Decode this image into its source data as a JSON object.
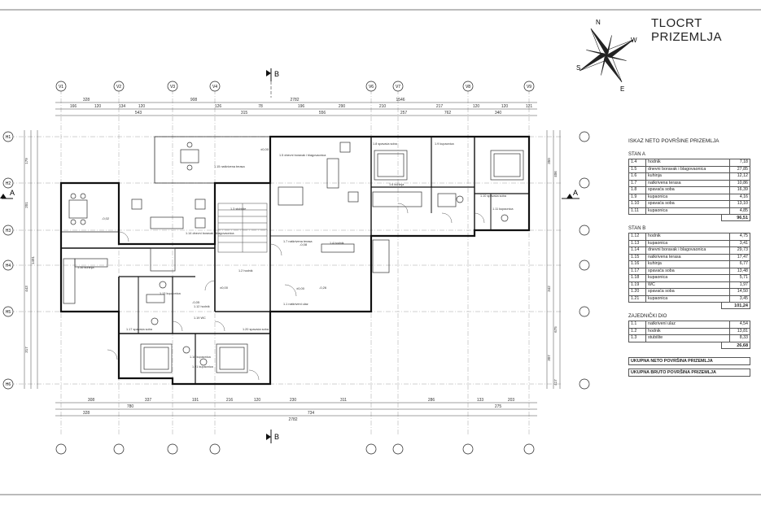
{
  "title": "TLOCRT PRIZEMLJA",
  "compass": {
    "labels": [
      "N",
      "S",
      "E",
      "W"
    ]
  },
  "axes_top": [
    "V1",
    "V2",
    "V3",
    "V4",
    "V6",
    "V7",
    "V8",
    "V9"
  ],
  "axes_left": [
    "H1",
    "H2",
    "H3",
    "H4",
    "H5",
    "H6"
  ],
  "section_marks": {
    "b_top": "B",
    "b_bottom": "B",
    "a_left": "A",
    "a_right": "A"
  },
  "dimensions": {
    "top_row1": [
      "328",
      "908",
      "2782",
      "1546"
    ],
    "top_row2": [
      "166",
      "120",
      "134",
      "120",
      "126",
      "78",
      "196",
      "290",
      "210",
      "217",
      "120",
      "120",
      "121"
    ],
    "top_row3": [
      "543",
      "315",
      "556",
      "257",
      "762",
      "340"
    ],
    "bottom_row1": [
      "308",
      "337",
      "191",
      "216",
      "120",
      "230",
      "311",
      "286",
      "133",
      "203"
    ],
    "bottom_row2": [
      "780",
      "328",
      "734",
      "275"
    ],
    "bottom_row3": [
      "2782"
    ],
    "left": [
      "179",
      "201",
      "443",
      "1491",
      "317"
    ],
    "right": [
      "350",
      "406",
      "342",
      "675",
      "307",
      "417"
    ]
  },
  "legend": {
    "heading": "ISKAZ NETO POVRŠINE PRIZEMLJA",
    "sections": [
      {
        "name": "STAN A",
        "rows": [
          [
            "1.4",
            "hodnik",
            "7,18"
          ],
          [
            "1.5",
            "dnevni boravak i blagovaonica",
            "27,85"
          ],
          [
            "1.6",
            "kuhinja",
            "12,12"
          ],
          [
            "1.7",
            "natkrivena terasa",
            "10,86"
          ],
          [
            "1.8",
            "spavaća soba",
            "16,39"
          ],
          [
            "1.9",
            "kupaonica",
            "4,16"
          ],
          [
            "1.10",
            "spavaća soba",
            "13,10"
          ],
          [
            "1.11",
            "kupaonica",
            "4,85"
          ]
        ],
        "sum": "96,51"
      },
      {
        "name": "STAN B",
        "rows": [
          [
            "1.12",
            "hodnik",
            "4,75"
          ],
          [
            "1.13",
            "kupaonica",
            "3,41"
          ],
          [
            "1.14",
            "dnevni boravak i blagovaonica",
            "29,73"
          ],
          [
            "1.15",
            "natkrivena terasa",
            "17,47"
          ],
          [
            "1.16",
            "kuhinja",
            "6,77"
          ],
          [
            "1.17",
            "spavaća soba",
            "13,48"
          ],
          [
            "1.18",
            "kupaonica",
            "5,71"
          ],
          [
            "1.19",
            "WC",
            "1,97"
          ],
          [
            "1.20",
            "spavaća soba",
            "14,50"
          ],
          [
            "1.21",
            "kupaonica",
            "3,45"
          ]
        ],
        "sum": "101,24"
      },
      {
        "name": "ZAJEDNIČKI DIO",
        "rows": [
          [
            "1.1",
            "natkriveni ulaz",
            "4,54"
          ],
          [
            "1.2",
            "hodnik",
            "13,81"
          ],
          [
            "1.3",
            "stubište",
            "8,33"
          ]
        ],
        "sum": "26,68"
      }
    ],
    "total_net": "UKUPNA NETO POVRŠINA PRIZEMLJA",
    "total_gross": "UKUPNA BRUTO POVRŠINA PRIZEMLJA"
  },
  "rooms": [
    "1.15 natkrivena terasa",
    "1.14 dnevni boravak i blagovaonica",
    "1.16 kuhinja",
    "1.3 stubište",
    "1.2 hodnik",
    "1.12 hodnik",
    "1.13 kupaonica",
    "1.19 WC",
    "1.18 kupaonica",
    "1.17 spavaća soba",
    "1.20 spavaća soba",
    "1.21 kupaonica",
    "1.1 natkriveni ulaz",
    "1.4 hodnik",
    "1.5 dnevni boravak i blagovaonica",
    "1.6 kuhinja",
    "1.7 natkrivena terasa",
    "1.8 spavaća soba",
    "1.9 kupaonica",
    "1.10 spavaća soba",
    "1.11 kupaonica"
  ],
  "levels": [
    "±0,00",
    "-0,02",
    "-0,08",
    "±0,00",
    "-0,05",
    "-0,26",
    "±0,00"
  ]
}
